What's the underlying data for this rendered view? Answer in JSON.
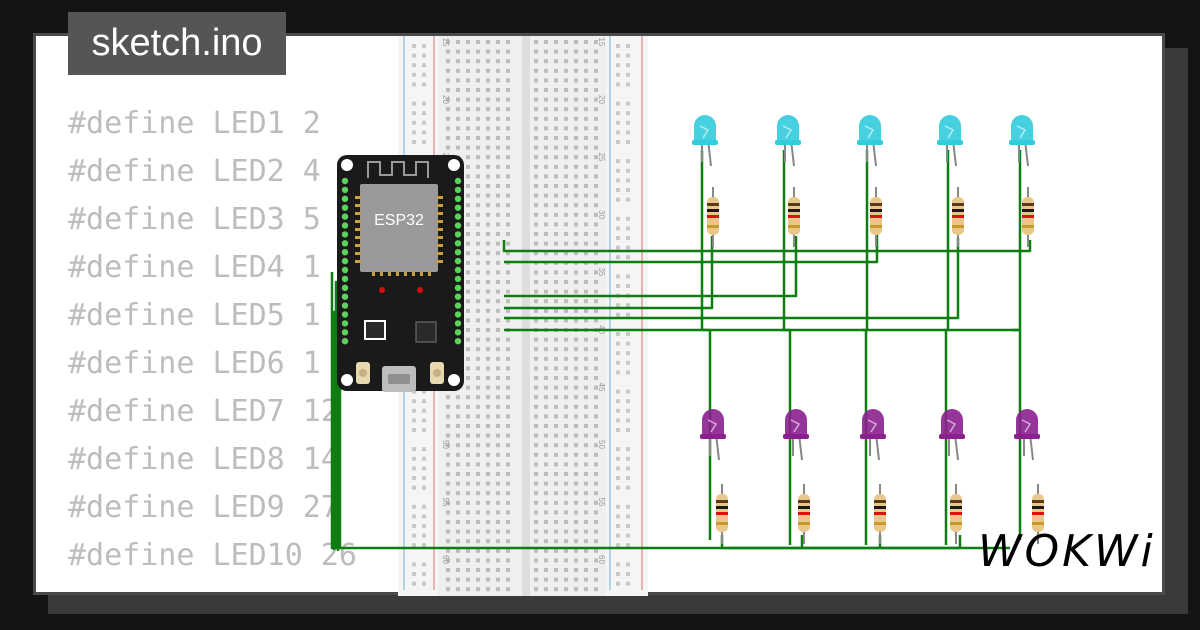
{
  "window": {
    "title": "sketch.ino"
  },
  "code_lines": [
    "#define LED1 2",
    "#define LED2 4",
    "#define LED3 5",
    "#define LED4 1",
    "#define LED5 1",
    "#define LED6 1",
    "#define LED7 12",
    "#define LED8 14",
    "#define LED9 27",
    "#define LED10 26"
  ],
  "breadboard": {
    "row_labels": [
      "15",
      "20",
      "25",
      "30",
      "35",
      "40",
      "45",
      "50",
      "55",
      "60"
    ]
  },
  "board": {
    "label": "ESP32"
  },
  "leds": {
    "top_color": "#33ccdd",
    "bottom_color": "#8b1f8f"
  },
  "wire_color": "#0e7d12",
  "brand": {
    "logo": "WOKWi"
  }
}
